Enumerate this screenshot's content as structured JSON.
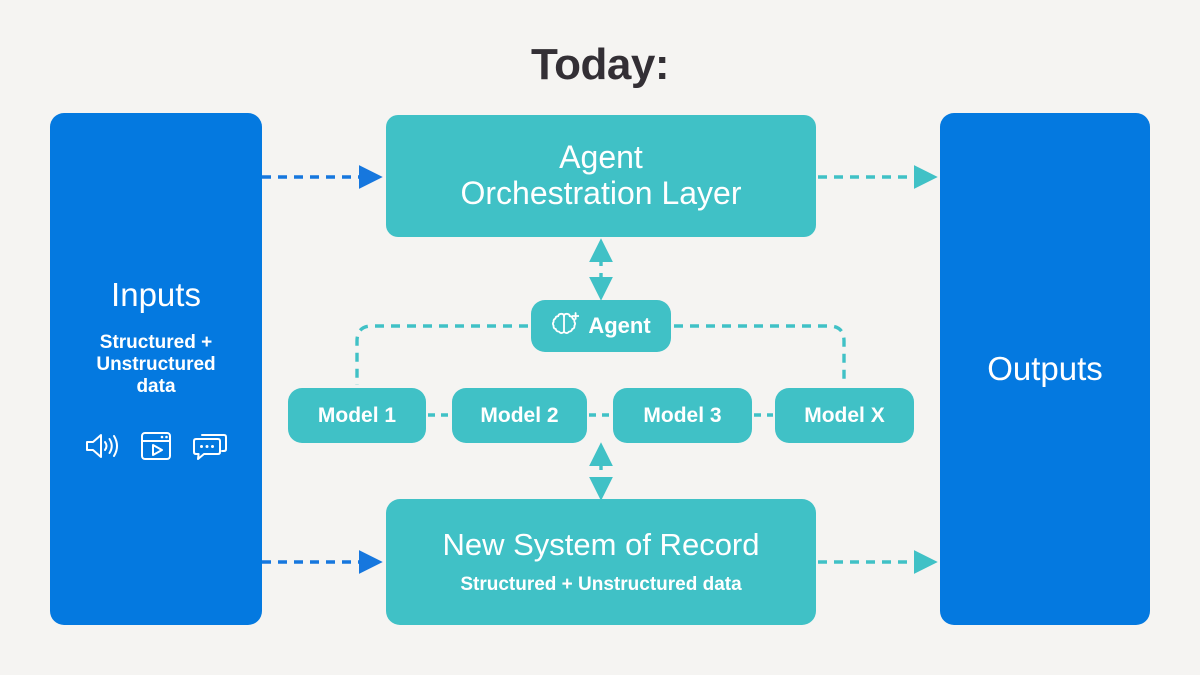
{
  "page": {
    "title": "Today:",
    "background_color": "#F5F4F2",
    "title_color": "#332F35"
  },
  "colors": {
    "blue": "#0479E0",
    "teal": "#40C1C6",
    "white": "#FFFFFF",
    "arrow_blue": "#1677DE",
    "arrow_teal": "#40C1C6"
  },
  "inputs_panel": {
    "title": "Inputs",
    "subtitle": "Structured +\nUnstructured\ndata",
    "subtitle_line1": "Structured +",
    "subtitle_line2": "Unstructured",
    "subtitle_line3": "data",
    "icons": [
      {
        "name": "speaker-audio-icon",
        "label": "audio"
      },
      {
        "name": "video-window-icon",
        "label": "video"
      },
      {
        "name": "chat-bubbles-icon",
        "label": "chat"
      }
    ]
  },
  "outputs_panel": {
    "title": "Outputs"
  },
  "orchestration": {
    "title_line1": "Agent",
    "title_line2": "Orchestration Layer"
  },
  "agent": {
    "label": "Agent",
    "icon": "brain-sparkle-icon"
  },
  "models": [
    {
      "label": "Model 1"
    },
    {
      "label": "Model 2"
    },
    {
      "label": "Model 3"
    },
    {
      "label": "Model X"
    }
  ],
  "system_of_record": {
    "title": "New System of Record",
    "subtitle": "Structured + Unstructured data"
  },
  "connectors": [
    {
      "name": "inputs-to-orchestration",
      "style": "dashed",
      "color": "#1677DE",
      "direction": "right"
    },
    {
      "name": "orchestration-to-outputs",
      "style": "dashed",
      "color": "#40C1C6",
      "direction": "right"
    },
    {
      "name": "inputs-to-record",
      "style": "dashed",
      "color": "#1677DE",
      "direction": "right"
    },
    {
      "name": "record-to-outputs",
      "style": "dashed",
      "color": "#40C1C6",
      "direction": "right"
    },
    {
      "name": "orchestration-agent-link",
      "style": "dashed",
      "color": "#40C1C6",
      "direction": "both"
    },
    {
      "name": "agent-to-model-1",
      "style": "dashed-elbow",
      "color": "#40C1C6",
      "direction": "none"
    },
    {
      "name": "agent-to-model-x",
      "style": "dashed-elbow",
      "color": "#40C1C6",
      "direction": "none"
    },
    {
      "name": "models-to-record",
      "style": "dashed",
      "color": "#40C1C6",
      "direction": "both"
    },
    {
      "name": "model-1-to-model-2",
      "style": "dashed",
      "color": "#40C1C6",
      "direction": "none"
    },
    {
      "name": "model-2-to-model-3",
      "style": "dashed",
      "color": "#40C1C6",
      "direction": "none"
    },
    {
      "name": "model-3-to-model-x",
      "style": "dashed",
      "color": "#40C1C6",
      "direction": "none"
    }
  ]
}
